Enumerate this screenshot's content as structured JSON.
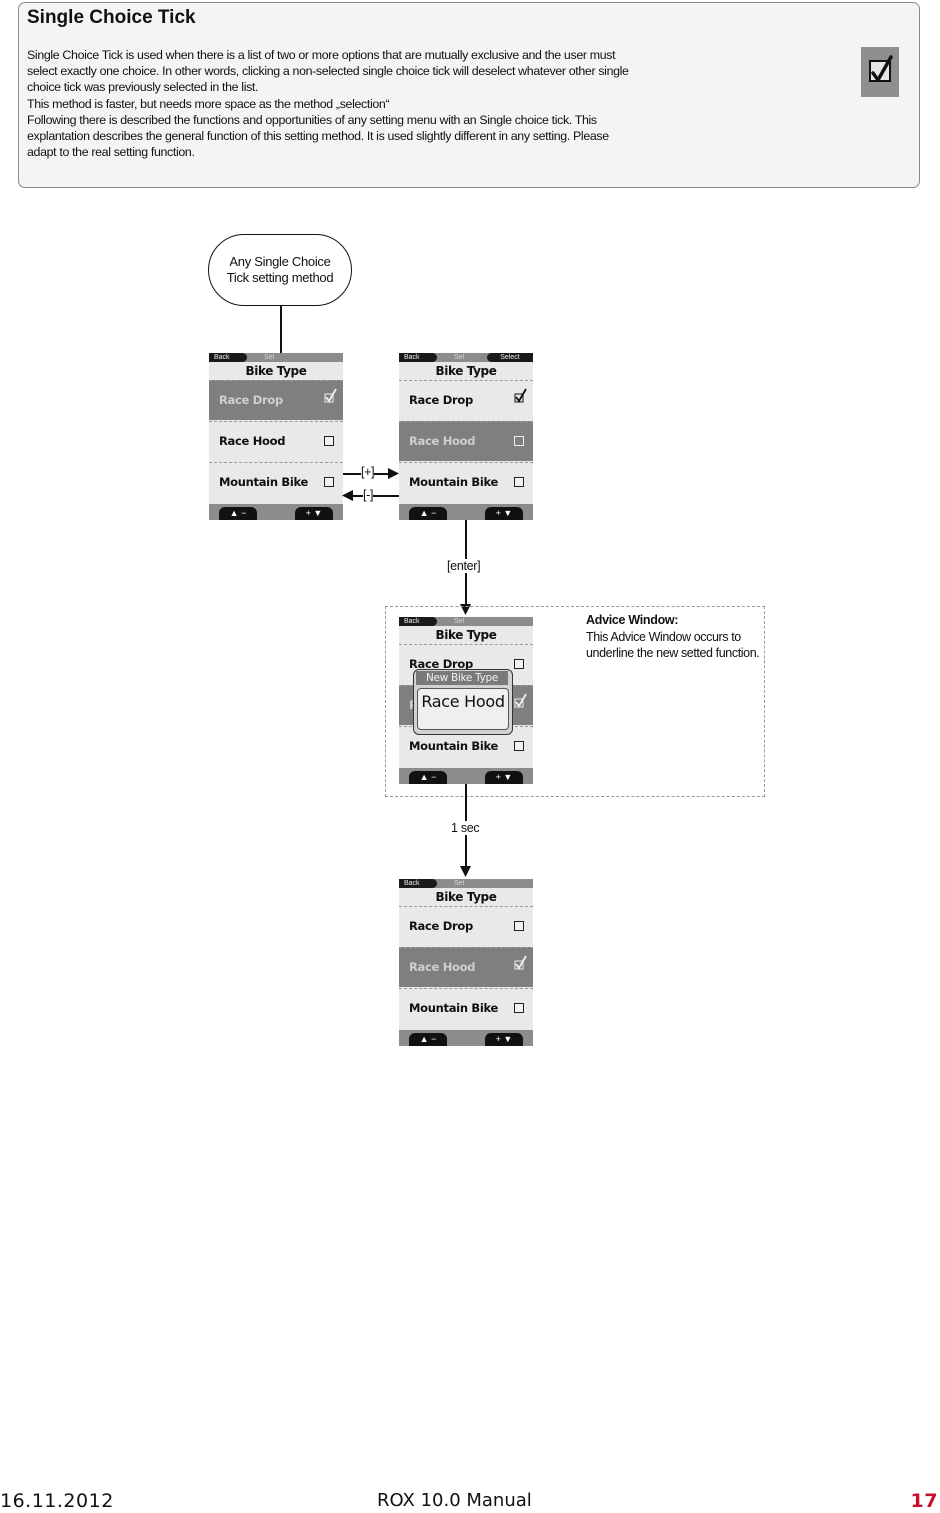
{
  "section": {
    "title": "Single Choice Tick",
    "lines": [
      "Single Choice Tick is used when there is a list of two or more options that are mutually exclusive and the user must",
      "select exactly one choice. In other words, clicking a non-selected single choice tick will deselect whatever other single",
      "choice tick was previously selected in the list.",
      "This method is faster, but needs more space as the method „selection“",
      "Following there is described the functions and opportunities of any setting menu with an Single choice tick. This",
      "explantation describes the general function of this setting method. It is used slightly different in any setting. Please",
      "adapt to the real setting function."
    ],
    "icon": "checkbox-checked-icon"
  },
  "diagram": {
    "start_line1": "Any Single Choice",
    "start_line2": "Tick setting method",
    "plus_label": "[+]",
    "minus_label": "[-]",
    "enter_label": "[enter]",
    "delay_label": "1 sec",
    "advice_title": "Advice Window:",
    "advice_text": "This Advice Window occurs to underline the new setted function.",
    "popup_title": "New Bike Type",
    "popup_value": "Race Hood",
    "screen": {
      "back": "Back",
      "set": "Set",
      "select": "Select",
      "title": "Bike Type",
      "up_button": "▲ −",
      "down_button": "+ ▼",
      "items": [
        "Race Drop",
        "Race Hood",
        "Mountain Bike"
      ]
    },
    "screens_state": [
      {
        "highlighted": 0,
        "checked": 0
      },
      {
        "highlighted": 1,
        "checked": 0
      },
      {
        "highlighted": 1,
        "checked": 1
      },
      {
        "highlighted": 1,
        "checked": 1
      }
    ]
  },
  "footer": {
    "date": "16.11.2012",
    "manual": "ROX 10.0 Manual",
    "page": "17"
  },
  "colors": {
    "accent_page_number": "#c8102e",
    "highlight_row": "#7f7f7f"
  }
}
